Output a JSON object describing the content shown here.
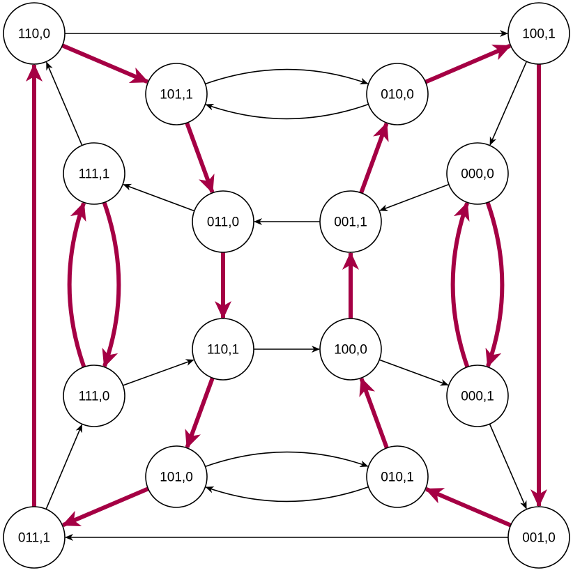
{
  "colors": {
    "highlight": "#A50044",
    "normal": "#000000",
    "node_fill": "#ffffff"
  },
  "nodes": [
    {
      "id": "n110_0",
      "label": "110,0"
    },
    {
      "id": "n100_1",
      "label": "100,1"
    },
    {
      "id": "n101_1",
      "label": "101,1"
    },
    {
      "id": "n010_0",
      "label": "010,0"
    },
    {
      "id": "n111_1",
      "label": "111,1"
    },
    {
      "id": "n000_0",
      "label": "000,0"
    },
    {
      "id": "n011_0",
      "label": "011,0"
    },
    {
      "id": "n001_1",
      "label": "001,1"
    },
    {
      "id": "n110_1",
      "label": "110,1"
    },
    {
      "id": "n100_0",
      "label": "100,0"
    },
    {
      "id": "n111_0",
      "label": "111,0"
    },
    {
      "id": "n000_1",
      "label": "000,1"
    },
    {
      "id": "n101_0",
      "label": "101,0"
    },
    {
      "id": "n010_1",
      "label": "010,1"
    },
    {
      "id": "n011_1",
      "label": "011,1"
    },
    {
      "id": "n001_0",
      "label": "001,0"
    }
  ],
  "edges": [
    {
      "from": "n110_0",
      "to": "n100_1",
      "highlight": false
    },
    {
      "from": "n110_0",
      "to": "n101_1",
      "highlight": true
    },
    {
      "from": "n010_0",
      "to": "n100_1",
      "highlight": true
    },
    {
      "from": "n010_0",
      "to": "n101_1",
      "highlight": false
    },
    {
      "from": "n101_1",
      "to": "n010_0",
      "highlight": false
    },
    {
      "from": "n100_1",
      "to": "n000_0",
      "highlight": false
    },
    {
      "from": "n100_1",
      "to": "n001_0",
      "highlight": true
    },
    {
      "from": "n101_1",
      "to": "n011_0",
      "highlight": true
    },
    {
      "from": "n111_1",
      "to": "n110_0",
      "highlight": false
    },
    {
      "from": "n011_0",
      "to": "n111_1",
      "highlight": false
    },
    {
      "from": "n001_1",
      "to": "n011_0",
      "highlight": false
    },
    {
      "from": "n001_1",
      "to": "n010_0",
      "highlight": true
    },
    {
      "from": "n000_0",
      "to": "n001_1",
      "highlight": false
    },
    {
      "from": "n111_1",
      "to": "n111_0",
      "highlight": true
    },
    {
      "from": "n111_0",
      "to": "n111_1",
      "highlight": true
    },
    {
      "from": "n000_0",
      "to": "n000_1",
      "highlight": true
    },
    {
      "from": "n000_1",
      "to": "n000_0",
      "highlight": true
    },
    {
      "from": "n011_0",
      "to": "n110_1",
      "highlight": true
    },
    {
      "from": "n100_0",
      "to": "n001_1",
      "highlight": true
    },
    {
      "from": "n110_1",
      "to": "n100_0",
      "highlight": false
    },
    {
      "from": "n111_0",
      "to": "n110_1",
      "highlight": false
    },
    {
      "from": "n100_0",
      "to": "n000_1",
      "highlight": false
    },
    {
      "from": "n110_1",
      "to": "n101_0",
      "highlight": true
    },
    {
      "from": "n010_1",
      "to": "n100_0",
      "highlight": true
    },
    {
      "from": "n010_1",
      "to": "n101_0",
      "highlight": false
    },
    {
      "from": "n101_0",
      "to": "n010_1",
      "highlight": false
    },
    {
      "from": "n000_1",
      "to": "n001_0",
      "highlight": false
    },
    {
      "from": "n001_0",
      "to": "n010_1",
      "highlight": true
    },
    {
      "from": "n001_0",
      "to": "n011_1",
      "highlight": false
    },
    {
      "from": "n101_0",
      "to": "n011_1",
      "highlight": true
    },
    {
      "from": "n011_1",
      "to": "n111_0",
      "highlight": false
    },
    {
      "from": "n011_1",
      "to": "n110_0",
      "highlight": true
    }
  ]
}
